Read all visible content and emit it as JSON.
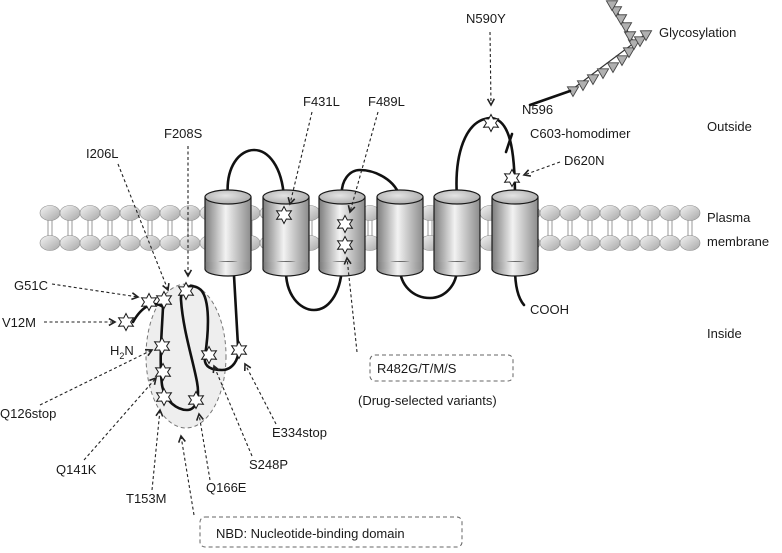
{
  "regions": {
    "outside": "Outside",
    "membrane_line1": "Plasma",
    "membrane_line2": "membrane",
    "inside": "Inside"
  },
  "labels": {
    "glycosylation": "Glycosylation",
    "n590y": "N590Y",
    "n596": "N596",
    "c603": "C603-homodimer",
    "d620n": "D620N",
    "f431l": "F431L",
    "f489l": "F489L",
    "f208s": "F208S",
    "i206l": "I206L",
    "g51c": "G51C",
    "v12m": "V12M",
    "h2n_main": "H",
    "h2n_sub": "2",
    "h2n_tail": "N",
    "q126stop": "Q126stop",
    "q141k": "Q141K",
    "t153m": "T153M",
    "q166e": "Q166E",
    "s248p": "S248P",
    "e334stop": "E334stop",
    "cooh": "COOH",
    "r482": "R482G/T/M/S",
    "drug_variants": "(Drug-selected variants)",
    "nbd": "NBD: Nucleotide-binding domain"
  },
  "colors": {
    "line": "#111111",
    "helix_dark": "#8c8c8c",
    "helix_light": "#f2f2f2",
    "lipid_head": "#c8c8c8",
    "nbd_fill": "#eeeeee",
    "sugar": "#b0b0b0"
  },
  "transmembrane_helix_count": 6
}
